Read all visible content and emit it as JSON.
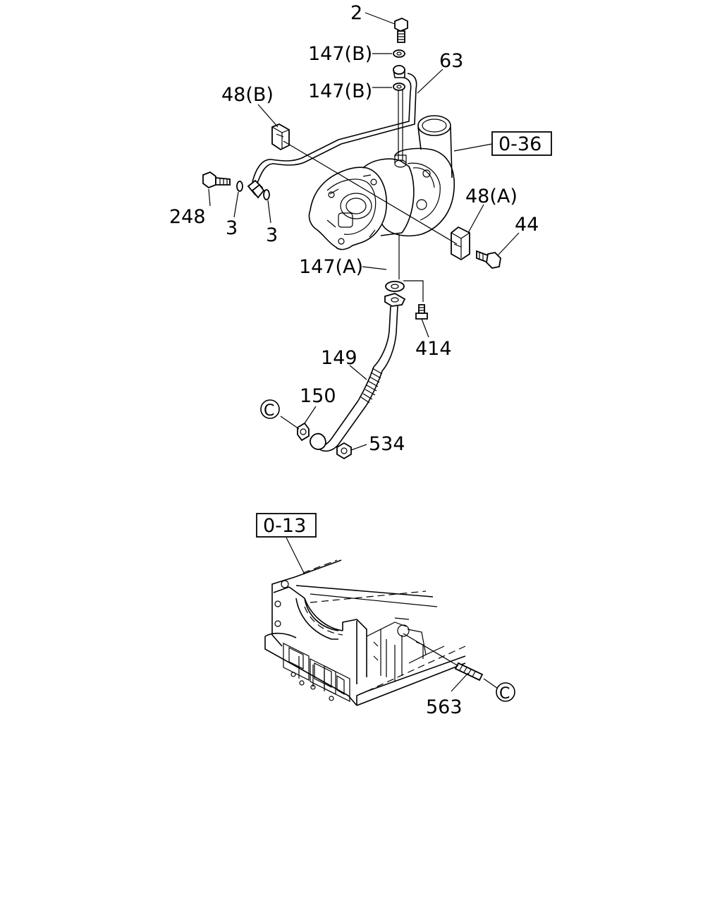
{
  "diagram": {
    "callouts": {
      "c2": "2",
      "c147b_top": "147(B)",
      "c63": "63",
      "c147b_mid": "147(B)",
      "c48b": "48(B)",
      "c036": "0-36",
      "c248": "248",
      "c3_left": "3",
      "c3_right": "3",
      "c48a": "48(A)",
      "c44": "44",
      "c147a": "147(A)",
      "c414": "414",
      "c149": "149",
      "c150": "150",
      "c534": "534",
      "c013": "0-13",
      "c563": "563",
      "ref_c_top": "C",
      "ref_c_bottom": "C"
    }
  }
}
